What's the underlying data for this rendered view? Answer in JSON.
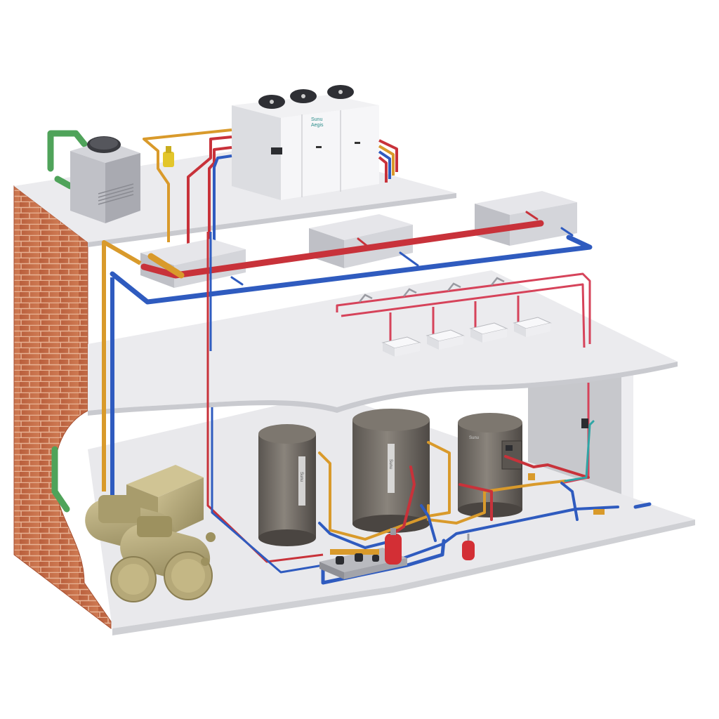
{
  "heat_pump_unit": {
    "brand_line1": "Sunu",
    "brand_line2": "Aegis"
  },
  "tank_labels": {
    "tank1": "Sunu",
    "tank2": "Sunu",
    "tank3": "Sunu"
  },
  "colors": {
    "hot_pipe": "#c8323a",
    "cold_pipe": "#2f5bbf",
    "refrigerant_pipe": "#d99a2b",
    "green_pipe": "#4fa35a",
    "dhw_pipe": "#d6435a",
    "brick": "#c26a45",
    "chiller": "#b5a878",
    "tank": "#6b6560"
  }
}
